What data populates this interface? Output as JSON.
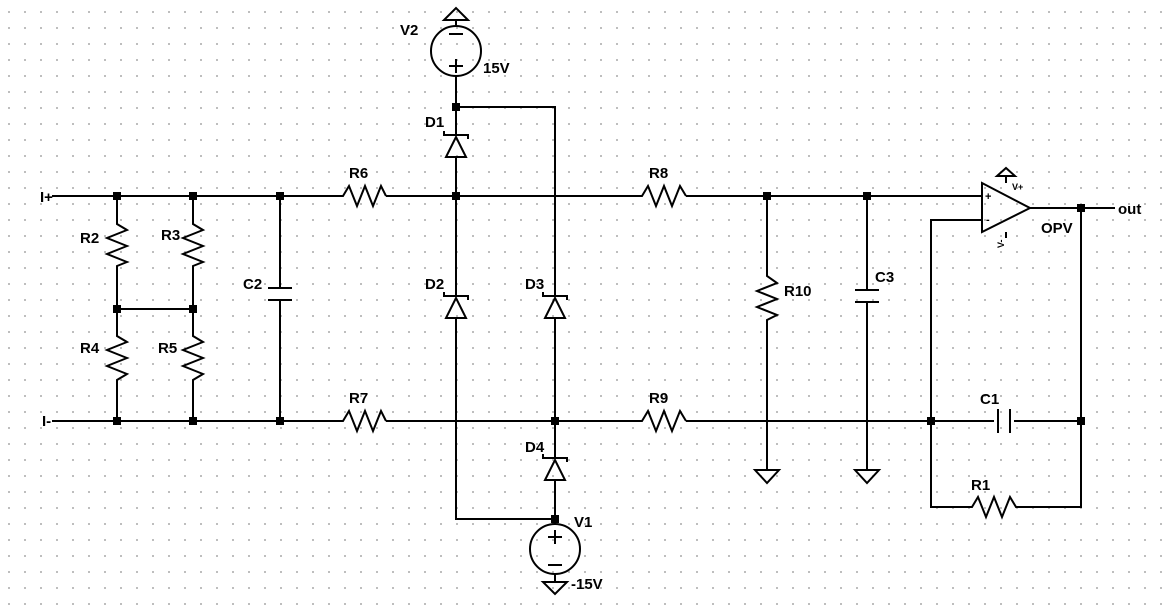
{
  "schematic": {
    "ports": {
      "in_plus": "I+",
      "in_minus": "I-",
      "out": "out"
    },
    "components": {
      "R1": "R1",
      "R2": "R2",
      "R3": "R3",
      "R4": "R4",
      "R5": "R5",
      "R6": "R6",
      "R7": "R7",
      "R8": "R8",
      "R9": "R9",
      "R10": "R10",
      "C1": "C1",
      "C2": "C2",
      "C3": "C3",
      "D1": "D1",
      "D2": "D2",
      "D3": "D3",
      "D4": "D4",
      "V1": "V1",
      "V2": "V2",
      "OPV": "OPV"
    },
    "values": {
      "V1": "-15V",
      "V2": "15V"
    },
    "opamp_pins": {
      "plus": "+",
      "minus": "-",
      "vplus": "V+",
      "vminus": "V-"
    }
  },
  "colors": {
    "wire": "#000000",
    "grid_dot": "#b4b4b4",
    "background": "#ffffff"
  }
}
